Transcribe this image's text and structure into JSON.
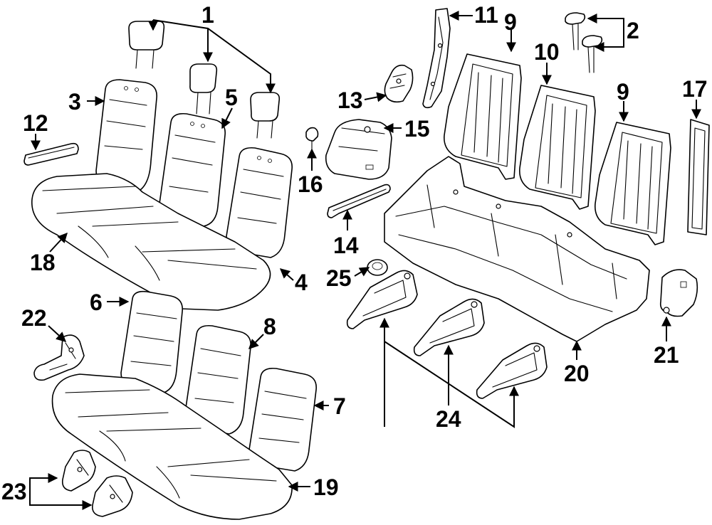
{
  "diagram": {
    "labels": {
      "l1": "1",
      "l2": "2",
      "l3": "3",
      "l4": "4",
      "l5": "5",
      "l6": "6",
      "l7": "7",
      "l8": "8",
      "l9a": "9",
      "l9b": "9",
      "l10": "10",
      "l11": "11",
      "l12": "12",
      "l13": "13",
      "l14": "14",
      "l15": "15",
      "l16": "16",
      "l17": "17",
      "l18": "18",
      "l19": "19",
      "l20": "20",
      "l21": "21",
      "l22": "22",
      "l23": "23",
      "l24": "24",
      "l25": "25"
    }
  }
}
